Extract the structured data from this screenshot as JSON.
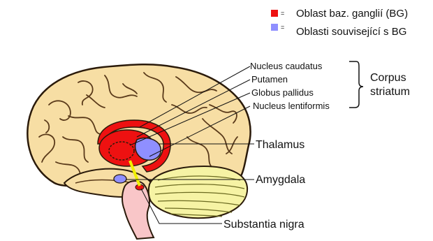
{
  "legend": {
    "basal_ganglia": {
      "swatch_color": "#ee1111",
      "symbol": "=",
      "text": "Oblast baz. ganglií (BG)"
    },
    "related": {
      "swatch_color": "#8f8fff",
      "symbol": "=",
      "text": "Oblasti související s BG"
    }
  },
  "labels": {
    "nucleus_caudatus": "Nucleus caudatus",
    "putamen": "Putamen",
    "globus_pallidus": "Globus pallidus",
    "nucleus_lentiformis": "Nucleus lentiformis",
    "corpus": "Corpus",
    "striatum": "striatum",
    "thalamus": "Thalamus",
    "amygdala": "Amygdala",
    "substantia_nigra": "Substantia nigra"
  },
  "colors": {
    "cortex": "#f7dea4",
    "outline": "#2a1a0a",
    "cerebellum": "#f6f3a4",
    "brainstem": "#f9c6c8",
    "basal_ganglia_red": "#ee1111",
    "related_blue": "#8f8fff",
    "nigra_connection": "#f0f000"
  }
}
